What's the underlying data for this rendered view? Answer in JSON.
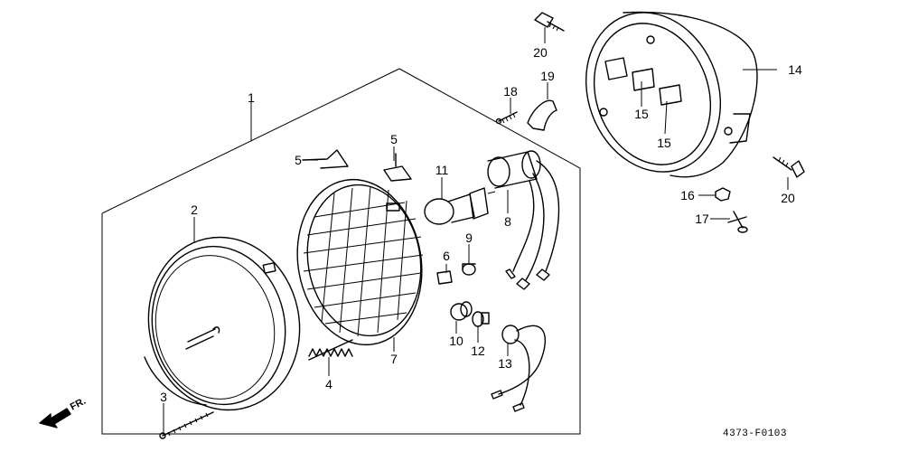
{
  "diagram": {
    "code": "4373-F0103",
    "direction_label": "FR.",
    "callouts": {
      "p1": "1",
      "p2": "2",
      "p3": "3",
      "p4": "4",
      "p5a": "5",
      "p5b": "5",
      "p6": "6",
      "p7": "7",
      "p8": "8",
      "p9": "9",
      "p10": "10",
      "p11": "11",
      "p12": "12",
      "p13": "13",
      "p14": "14",
      "p15a": "15",
      "p15b": "15",
      "p16": "16",
      "p17": "17",
      "p18": "18",
      "p19": "19",
      "p20a": "20",
      "p20b": "20"
    }
  }
}
